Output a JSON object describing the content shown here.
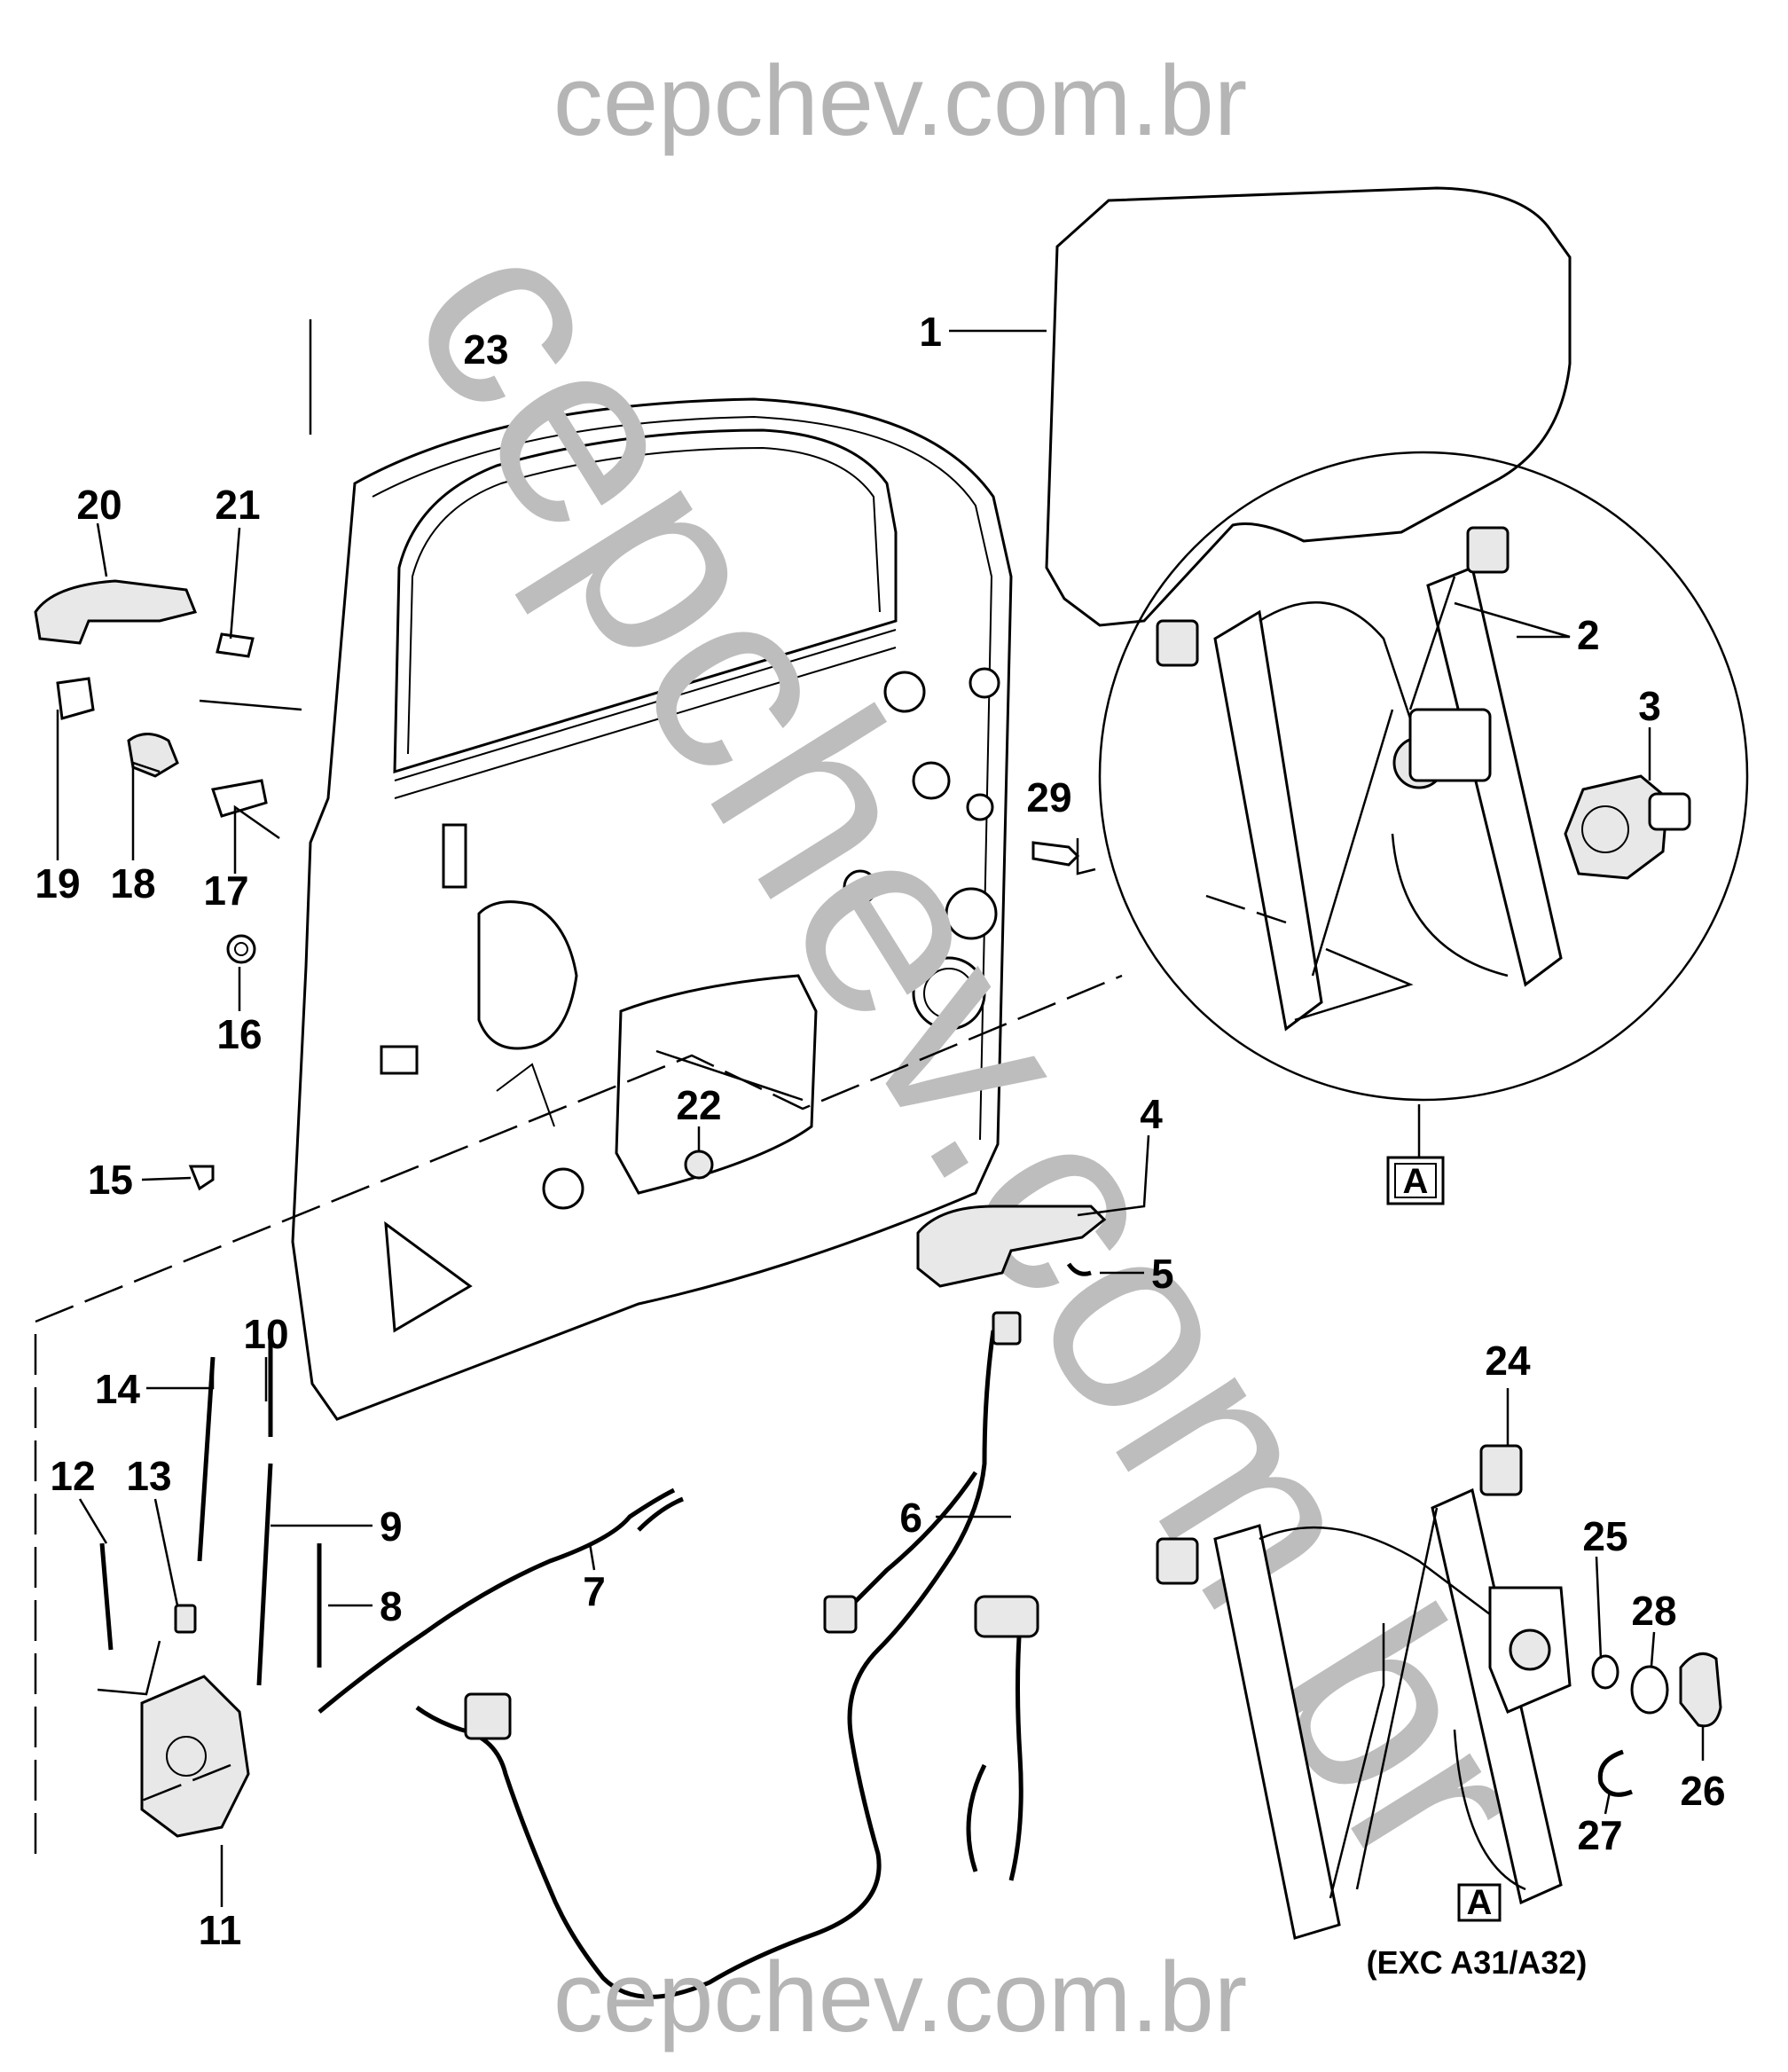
{
  "watermark": {
    "top": "cepchev.com.br",
    "bottom": "cepchev.com.br",
    "diagonal": "cepchev.com.br"
  },
  "callouts": [
    {
      "id": "c1",
      "label": "1"
    },
    {
      "id": "c2",
      "label": "2"
    },
    {
      "id": "c3",
      "label": "3"
    },
    {
      "id": "c4",
      "label": "4"
    },
    {
      "id": "c5",
      "label": "5"
    },
    {
      "id": "c6",
      "label": "6"
    },
    {
      "id": "c7",
      "label": "7"
    },
    {
      "id": "c8",
      "label": "8"
    },
    {
      "id": "c9",
      "label": "9"
    },
    {
      "id": "c10",
      "label": "10"
    },
    {
      "id": "c11",
      "label": "11"
    },
    {
      "id": "c12",
      "label": "12"
    },
    {
      "id": "c13",
      "label": "13"
    },
    {
      "id": "c14",
      "label": "14"
    },
    {
      "id": "c15",
      "label": "15"
    },
    {
      "id": "c16",
      "label": "16"
    },
    {
      "id": "c17",
      "label": "17"
    },
    {
      "id": "c18",
      "label": "18"
    },
    {
      "id": "c19",
      "label": "19"
    },
    {
      "id": "c20",
      "label": "20"
    },
    {
      "id": "c21",
      "label": "21"
    },
    {
      "id": "c22",
      "label": "22"
    },
    {
      "id": "c23",
      "label": "23"
    },
    {
      "id": "c24",
      "label": "24"
    },
    {
      "id": "c25",
      "label": "25"
    },
    {
      "id": "c26",
      "label": "26"
    },
    {
      "id": "c27",
      "label": "27"
    },
    {
      "id": "c28",
      "label": "28"
    },
    {
      "id": "c29",
      "label": "29"
    }
  ],
  "detail_box_label": "A",
  "detail_box_label_bottom": "A",
  "variant_note": "(EXC A31/A32)"
}
